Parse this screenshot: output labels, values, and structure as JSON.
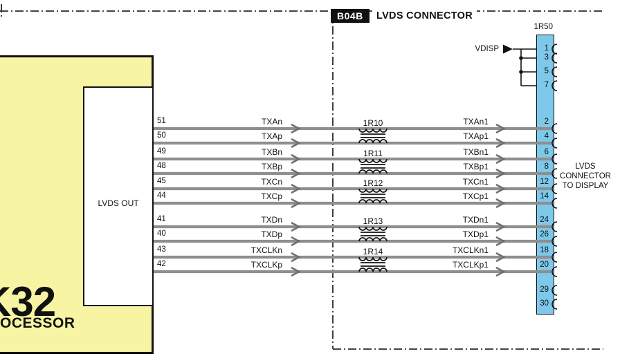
{
  "header": {
    "block_id": "B04B",
    "block_title": "LVDS CONNECTOR"
  },
  "processor": {
    "name_fragment": "K32",
    "caption_fragment": "OCESSOR",
    "port_label": "LVDS OUT"
  },
  "connector": {
    "refdes": "1R50",
    "power_net": "VDISP",
    "side_label": "LVDS CONNECTOR TO DISPLAY",
    "top_pins": [
      "1",
      "3",
      "5",
      "7"
    ],
    "bottom_pins": [
      "29",
      "30"
    ]
  },
  "signals": [
    {
      "src_pin": "51",
      "name": "TXAn",
      "dest_name": "TXAn1",
      "dst_pin": "2"
    },
    {
      "src_pin": "50",
      "name": "TXAp",
      "dest_name": "TXAp1",
      "dst_pin": "4"
    },
    {
      "src_pin": "49",
      "name": "TXBn",
      "dest_name": "TXBn1",
      "dst_pin": "6"
    },
    {
      "src_pin": "48",
      "name": "TXBp",
      "dest_name": "TXBp1",
      "dst_pin": "8"
    },
    {
      "src_pin": "45",
      "name": "TXCn",
      "dest_name": "TXCn1",
      "dst_pin": "12"
    },
    {
      "src_pin": "44",
      "name": "TXCp",
      "dest_name": "TXCp1",
      "dst_pin": "14"
    },
    {
      "src_pin": "41",
      "name": "TXDn",
      "dest_name": "TXDn1",
      "dst_pin": "24"
    },
    {
      "src_pin": "40",
      "name": "TXDp",
      "dest_name": "TXDp1",
      "dst_pin": "26"
    },
    {
      "src_pin": "43",
      "name": "TXCLKn",
      "dest_name": "TXCLKn1",
      "dst_pin": "18"
    },
    {
      "src_pin": "42",
      "name": "TXCLKp",
      "dest_name": "TXCLKp1",
      "dst_pin": "20"
    }
  ],
  "chokes": [
    "1R10",
    "1R11",
    "1R12",
    "1R13",
    "1R14"
  ],
  "colors": {
    "block_fill": "#F7F5A3",
    "connector_fill": "#7EC8EA",
    "wire": "#8F8F8F"
  }
}
